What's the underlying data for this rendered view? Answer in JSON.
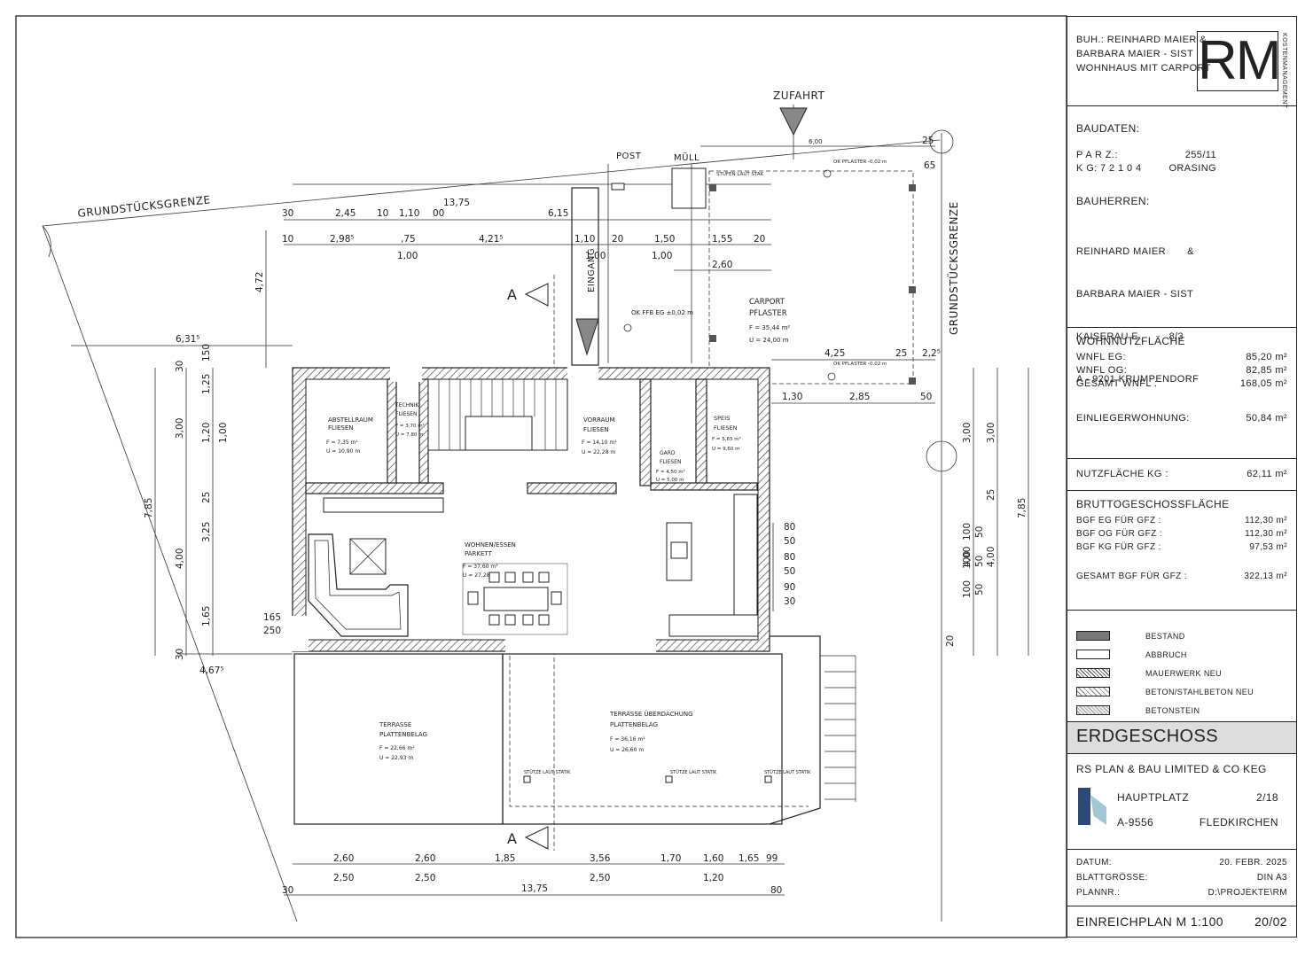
{
  "title_block": {
    "project_lines": [
      "BUH.: REINHARD MAIER &",
      "BARBARA  MAIER - SIST",
      "WOHNHAUS MIT CARPORT"
    ],
    "logo_text": "RM",
    "logo_sub": "KOSTENMANAGEMENT",
    "baudaten_header": "BAUDATEN:",
    "parz_label": "P A R Z.:",
    "parz_value": "255/11",
    "kg_label": "K G:  7 2 1 0 4",
    "kg_value": "ORASING",
    "bauherren_header": "BAUHERREN:",
    "bauherren_lines": [
      "REINHARD MAIER       &",
      "BARBARA MAIER - SIST",
      "KAISERAU E          8/3",
      "A - 9201 KRUMPENDORF"
    ],
    "wohnnutz_header": "WOHNNUTZFLÄCHE",
    "wohnnutz_rows": [
      {
        "label": "WNFL EG:",
        "value": "85,20  m²"
      },
      {
        "label": "WNFL OG:",
        "value": "82,85  m²"
      },
      {
        "label": "GESAMT WNFL :",
        "value": "168,05  m²"
      }
    ],
    "einlieger_label": "EINLIEGERWOHNUNG:",
    "einlieger_value": "50,84  m²",
    "nutz_kg_label": "NUTZFLÄCHE KG :",
    "nutz_kg_value": "62,11  m²",
    "bgf_header": "BRUTTOGESCHOSSFLÄCHE",
    "bgf_rows": [
      {
        "label": "BGF EG FÜR GFZ :",
        "value": "112,30  m²"
      },
      {
        "label": "BGF OG FÜR GFZ :",
        "value": "112,30  m²"
      },
      {
        "label": "BGF KG FÜR GFZ :",
        "value": "97,53  m²"
      }
    ],
    "bgf_total_label": "GESAMT BGF FÜR GFZ :",
    "bgf_total_value": "322,13  m²",
    "legend": [
      {
        "label": "BESTAND",
        "color": "#777777"
      },
      {
        "label": "ABBRUCH",
        "color": "#ffffff"
      },
      {
        "label": "MAUERWERK  NEU",
        "color": "#bbbbbb"
      },
      {
        "label": "BETON/STAHLBETON NEU",
        "color": "#eeeeee"
      },
      {
        "label": "BETONSTEIN",
        "color": "#cccccc"
      }
    ],
    "floor_name": "ERDGESCHOSS",
    "company": "RS PLAN & BAU LIMITED & CO KEG",
    "company_street": "HAUPTPLATZ",
    "company_no": "2/18",
    "company_zip": "A-9556",
    "company_city": "FLEDKIRCHEN",
    "datum_label": "DATUM:",
    "datum_value": "20. FEBR. 2025",
    "blatt_label": "BLATTGRÖSSE:",
    "blatt_value": "DIN A3",
    "plannr_label": "PLANNR.:",
    "plannr_value": "D:\\PROJEKTE\\RM",
    "plan_title": "EINREICHPLAN M 1:100",
    "plan_no": "20/02"
  },
  "plan": {
    "grundstuecksgrenze": "GRUNDSTÜCKSGRENZE",
    "zufahrt": "ZUFAHRT",
    "post": "POST",
    "muell": "MÜLL",
    "eingang": "EINGANG",
    "section_a": "A",
    "stufen": "STUFEN LAUT STAK",
    "ok_pflaster_top": "OK PFLASTER -0,02 m",
    "ok_pflaster_mid": "OK PFLASTER -0,02 m",
    "ok_ffb": "OK FFB EG ±0,02 m",
    "carport": [
      "CARPORT",
      "PFLASTER",
      "F = 35,44 m²",
      "U = 24,00 m"
    ],
    "abstellraum": [
      "ABSTELLRAUM",
      "FLIESEN",
      "F = 7,35 m²",
      "U = 10,90 m"
    ],
    "technik": [
      "TECHNIK",
      "FLIESEN",
      "F = 3,70 m²",
      "U = 7,80 m"
    ],
    "vorraum": [
      "VORRAUM",
      "FLIESEN",
      "F = 14,10 m²",
      "U = 22,28 m"
    ],
    "gard": [
      "GARD",
      "FLIESEN",
      "F = 4,50 m²",
      "U = 5,00 m"
    ],
    "speis": [
      "SPEIS",
      "FLIESEN",
      "F = 5,65 m²",
      "U = 9,60 m"
    ],
    "wohnen": [
      "WOHNEN/ESSEN",
      "PARKETT",
      "F = 37,60 m²",
      "U = 27,28 m"
    ],
    "terrasse": [
      "TERRASSE",
      "PLATTENBELAG",
      "F = 22,66 m²",
      "U = 22,93 m"
    ],
    "terrasse_ue": [
      "TERRASSE ÜBERDACHUNG",
      "PLATTENBELAG",
      "F = 36,16 m²",
      "U = 26,60 m"
    ],
    "stuetze": "STÜTZE LAUT STATIK",
    "dims": {
      "top1": [
        "30",
        "2,45",
        "10",
        "1,10",
        "00",
        "6,15"
      ],
      "top_total": "13,75",
      "top2": [
        "10",
        "2,98⁵",
        ",75",
        "4,21⁵",
        "1,10",
        "20",
        "1,50",
        "1,55",
        "20"
      ],
      "top3": [
        "1,00",
        "1,00",
        "1,00"
      ],
      "carport_w": "2,60",
      "d472": "4,72",
      "d6315": "6,31⁵",
      "r425": "4,25",
      "r25": "25",
      "r225": "2,2⁵",
      "r130": "1,30",
      "r285": "2,85",
      "r50": "50",
      "r65": "65",
      "r600": "6,00",
      "left_v1": [
        "30",
        "1,25",
        "1,20",
        "25",
        "3,25",
        "1,65",
        "30"
      ],
      "left_v2": [
        "3,00",
        "4,00"
      ],
      "left_v3": [
        "150",
        "1,00"
      ],
      "left_785": "7,85",
      "right_v1": [
        "3,00",
        "4,00"
      ],
      "right_v2": [
        "100",
        "100",
        "100",
        "50",
        "50",
        "50"
      ],
      "right_v3": [
        "3,00",
        "25",
        "20"
      ],
      "right_785": "7,85",
      "bottom1": [
        "2,60",
        "2,60",
        "1,85",
        "3,56",
        "1,70",
        "1,60",
        "1,65",
        "99"
      ],
      "bottom2": [
        "2,50",
        "2,50",
        "2,50",
        "1,20"
      ],
      "bottom_total": "13,75",
      "b30": "30",
      "b80": "80",
      "side_80_50": [
        "80",
        "50",
        "80",
        "50",
        "90",
        "30"
      ],
      "l165": "165",
      "l250": "250",
      "l4675": "4,67⁵"
    }
  }
}
